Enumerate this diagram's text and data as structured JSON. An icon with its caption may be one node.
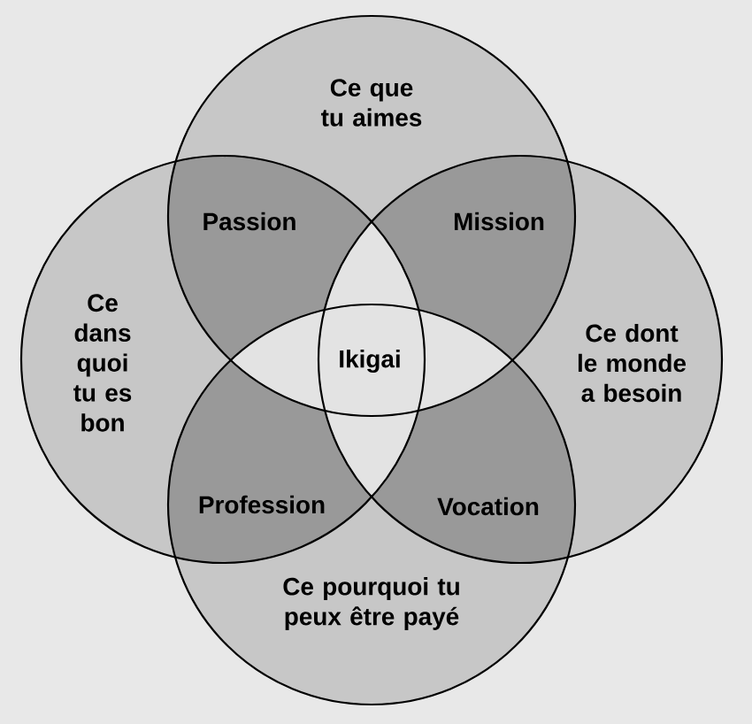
{
  "diagram": {
    "nodes": [
      {
        "text": [
          "Ce que tu aimes"
        ]
      },
      {
        "text": [
          "Ce dans quoi tu es bon"
        ]
      },
      {
        "text": [
          "Ce dont le monde a besoin"
        ]
      },
      {
        "text": [
          "Ce pourquoi tu peux être payé"
        ]
      }
    ],
    "labels": [
      "Passion",
      "Mission",
      "Ikigai",
      "Profession",
      "Vocation"
    ]
  }
}
